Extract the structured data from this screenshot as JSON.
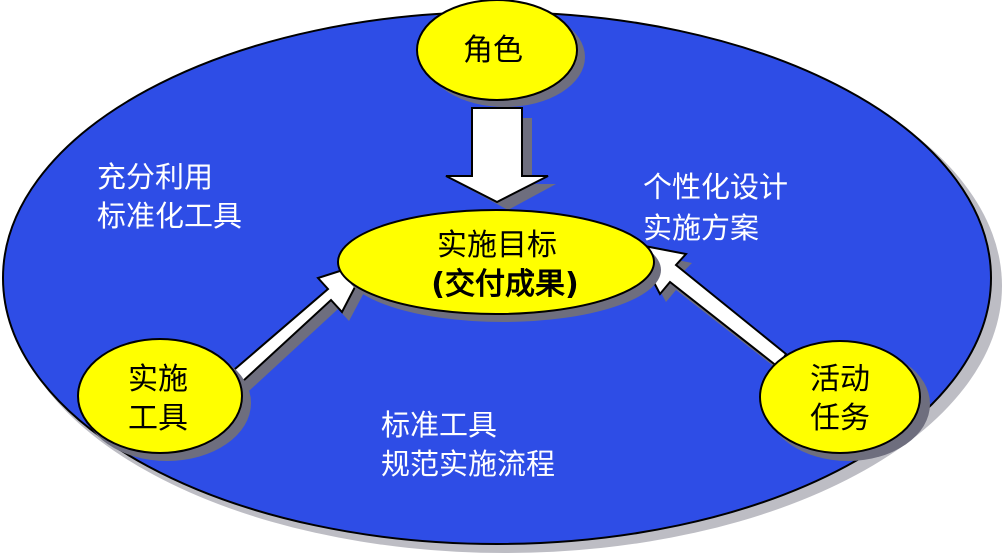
{
  "colors": {
    "background_ellipse": "#2e4de6",
    "node_fill": "#ffff00",
    "shadow": "#6e6e7e",
    "arrow_fill": "#ffffff",
    "outline": "#000000",
    "note_text": "#ffffff"
  },
  "nodes": {
    "role": {
      "label": "角色"
    },
    "goal": {
      "line1": "实施目标",
      "line2": "(交付成果)"
    },
    "tools": {
      "line1": "实施",
      "line2": "工具"
    },
    "tasks": {
      "line1": "活动",
      "line2": "任务"
    }
  },
  "notes": {
    "top_left": {
      "line1": "充分利用",
      "line2": "标准化工具"
    },
    "top_right": {
      "line1": "个性化设计",
      "line2": "实施方案"
    },
    "bottom": {
      "line1": "标准工具",
      "line2": "规范实施流程"
    }
  }
}
